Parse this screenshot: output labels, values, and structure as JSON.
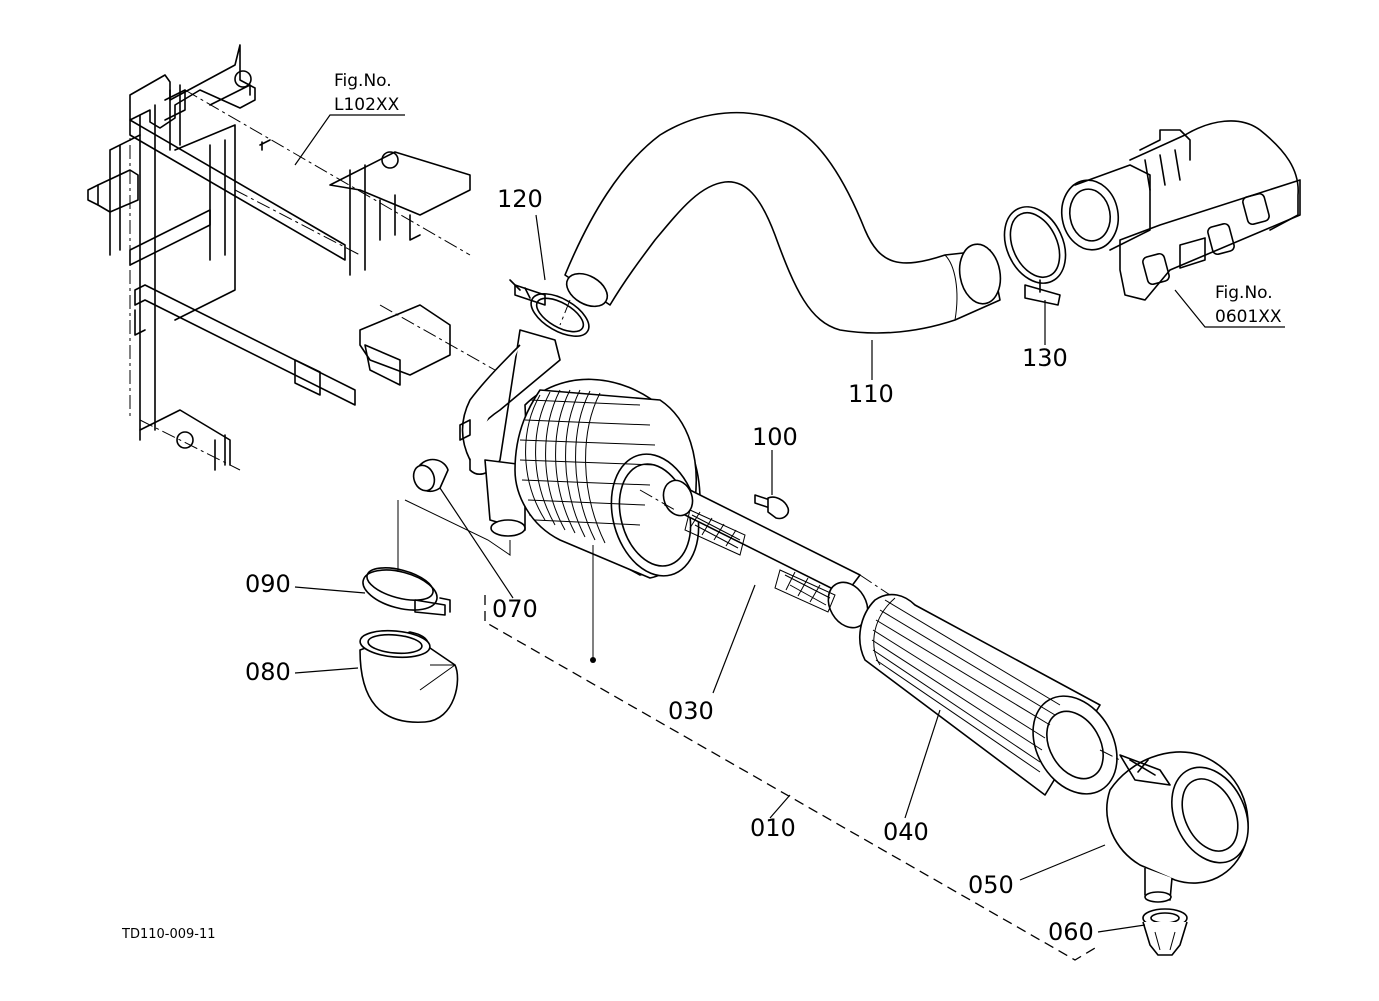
{
  "figure_refs": [
    {
      "line1": "Fig.No.",
      "line2": "L102XX"
    },
    {
      "line1": "Fig.No.",
      "line2": "0601XX"
    }
  ],
  "parts": {
    "p010": "010",
    "p030": "030",
    "p040": "040",
    "p050": "050",
    "p060": "060",
    "p070": "070",
    "p080": "080",
    "p090": "090",
    "p100": "100",
    "p110": "110",
    "p120": "120",
    "p130": "130"
  },
  "drawing_code": "TD110-009-11"
}
